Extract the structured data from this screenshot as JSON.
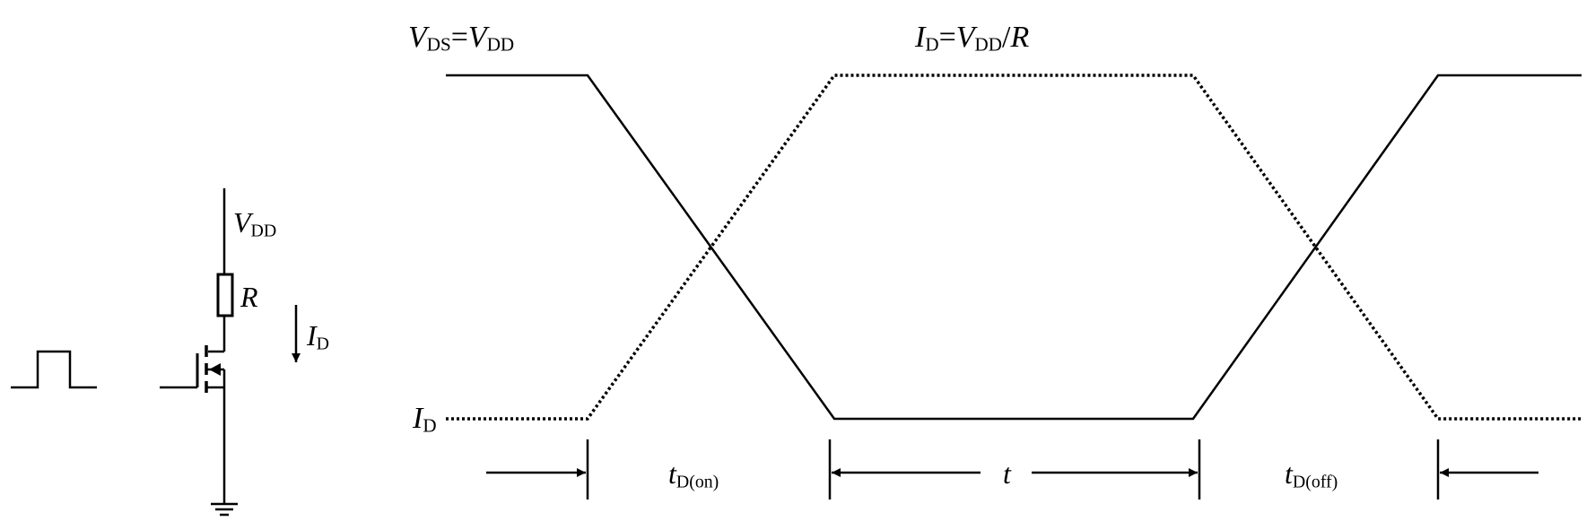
{
  "circuit": {
    "supply_label": {
      "sym": "V",
      "sub": "DD"
    },
    "resistor_label": "R",
    "current_label": {
      "sym": "I",
      "sub": "D"
    }
  },
  "waveform": {
    "vds_label": {
      "sym1": "V",
      "sub1": "DS",
      "eq": "=",
      "sym2": "V",
      "sub2": "DD"
    },
    "id_high_label": {
      "sym1": "I",
      "sub1": "D",
      "eq": "=",
      "sym2": "V",
      "sub2": "DD",
      "slash": "/",
      "sym3": "R"
    },
    "id_low_label": {
      "sym": "I",
      "sub": "D"
    },
    "t_on_label": {
      "sym": "t",
      "sub": "D(on)"
    },
    "t_label": "t",
    "t_off_label": {
      "sym": "t",
      "sub": "D(off)"
    }
  },
  "colors": {
    "ink": "#000000",
    "paper": "#ffffff"
  }
}
